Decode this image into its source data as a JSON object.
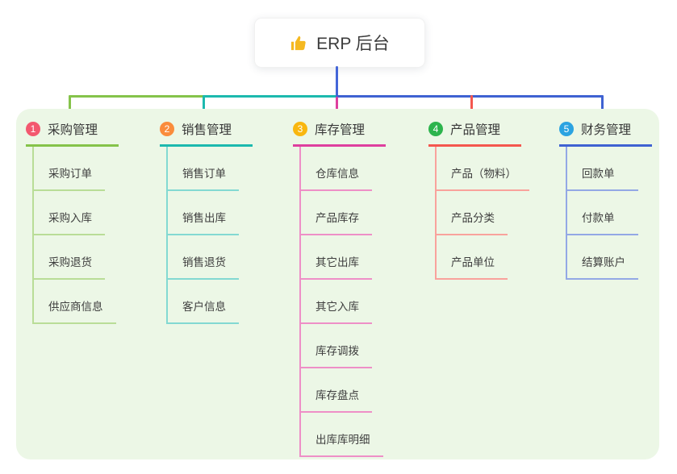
{
  "root": {
    "label": "ERP 后台",
    "icon": "thumbs-up-icon",
    "icon_color": "#f5b921"
  },
  "branches": [
    {
      "index": "1",
      "label": "采购管理",
      "badge_color": "#f3586f",
      "line_color": "#85c34a",
      "child_line_color": "#b9dd97",
      "children": [
        "采购订单",
        "采购入库",
        "采购退货",
        "供应商信息"
      ]
    },
    {
      "index": "2",
      "label": "销售管理",
      "badge_color": "#fa8c3c",
      "line_color": "#1cb9ae",
      "child_line_color": "#83d9d2",
      "children": [
        "销售订单",
        "销售出库",
        "销售退货",
        "客户信息"
      ]
    },
    {
      "index": "3",
      "label": "库存管理",
      "badge_color": "#f9b70f",
      "line_color": "#de3f9e",
      "child_line_color": "#ee8fc7",
      "children": [
        "仓库信息",
        "产品库存",
        "其它出库",
        "其它入库",
        "库存调拨",
        "库存盘点",
        "出库库明细"
      ]
    },
    {
      "index": "4",
      "label": "产品管理",
      "badge_color": "#2db44d",
      "line_color": "#f4574e",
      "child_line_color": "#f9a29c",
      "children": [
        "产品（物料）",
        "产品分类",
        "产品单位"
      ]
    },
    {
      "index": "5",
      "label": "财务管理",
      "badge_color": "#2ba3e1",
      "line_color": "#3f62d2",
      "child_line_color": "#93a8e5",
      "children": [
        "回款单",
        "付款单",
        "结算账户"
      ]
    }
  ],
  "colors": {
    "canvas_bg": "#ffffff",
    "panel_bg": "#ecf7e6",
    "root_connector": "#4466d8",
    "text": "#3d3d3d"
  }
}
